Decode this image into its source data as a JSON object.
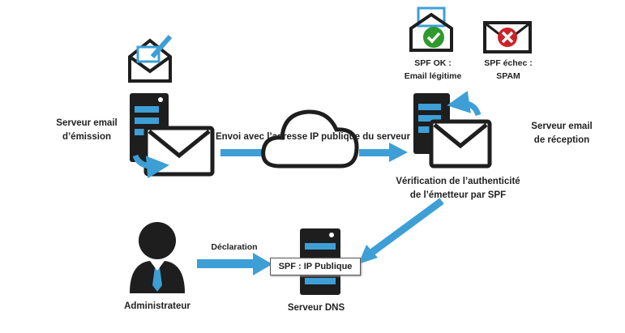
{
  "colors": {
    "accent": "#3d9fd6",
    "dark": "#1e1e1e",
    "ok": "#2e9a2e",
    "fail": "#cc2229"
  },
  "sender": {
    "label_line1": "Serveur email",
    "label_line2": "d’émission"
  },
  "transfer": {
    "label": "Envoi avec l’adresse IP publique du serveur"
  },
  "receiver": {
    "label_line1": "Serveur email",
    "label_line2": "de réception"
  },
  "verification": {
    "line1": "Vérification de l’authenticité",
    "line2": "de l’émetteur par SPF"
  },
  "results": {
    "ok": {
      "line1": "SPF OK :",
      "line2": "Email légitime"
    },
    "fail": {
      "line1": "SPF échec :",
      "line2": "SPAM"
    }
  },
  "admin": {
    "label": "Administrateur",
    "action": "Déclaration"
  },
  "dns": {
    "label": "Serveur DNS",
    "record": "SPF : IP Publique"
  }
}
